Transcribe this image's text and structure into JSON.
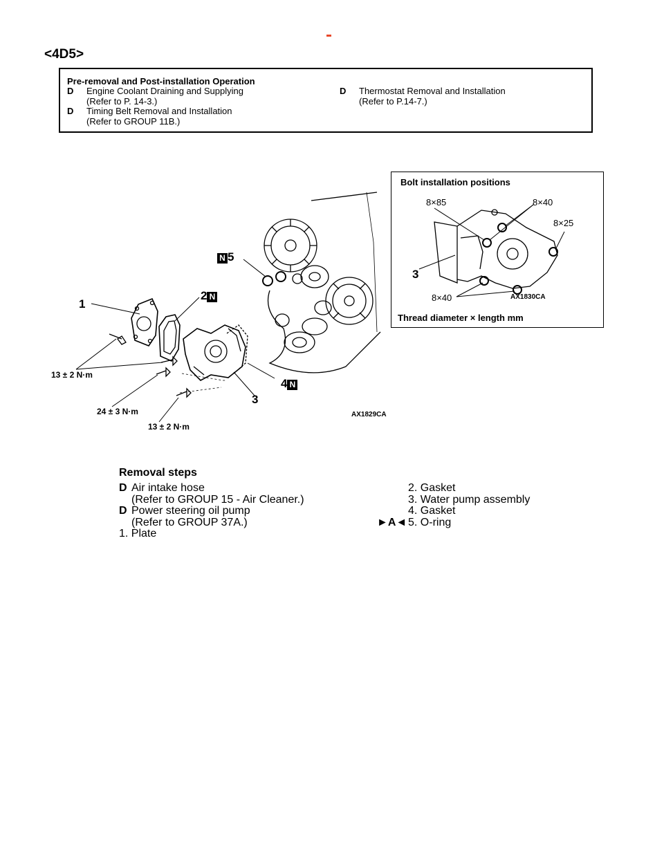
{
  "header": {
    "engine_tag": "<4D5>"
  },
  "operation_box": {
    "title": "Pre-removal and Post-installation Operation",
    "left_items": [
      {
        "text": "Engine Coolant Draining and Supplying",
        "sub": "(Refer to P. 14-3.)"
      },
      {
        "text": "Timing Belt Removal and Installation",
        "sub": "(Refer to GROUP 11B.)"
      }
    ],
    "right_items": [
      {
        "text": "Thermostat Removal and Installation",
        "sub": "(Refer to P.14-7.)"
      }
    ],
    "bullet_glyph": "D"
  },
  "main_figure": {
    "callouts": {
      "c1": "1",
      "c2": "2",
      "c3": "3",
      "c4": "4",
      "c5": "5"
    },
    "new_part_mark": "N",
    "torques": {
      "t1": "13 ± 2 N·m",
      "t2": "24 ± 3 N·m",
      "t3": "13 ± 2 N·m"
    },
    "figure_id": "AX1829CA"
  },
  "bolt_figure": {
    "title": "Bolt installation positions",
    "sizes": {
      "s1": "8×85",
      "s2": "8×40",
      "s3": "8×25",
      "s4": "8×40"
    },
    "callout": "3",
    "figure_id": "AX1830CA",
    "caption": "Thread diameter × length mm"
  },
  "removal_steps": {
    "heading": "Removal steps",
    "bullet_glyph": "D",
    "left_items": [
      {
        "text": "Air intake hose",
        "sub": "(Refer to GROUP 15 - Air Cleaner.)"
      },
      {
        "text": "Power steering oil pump",
        "sub": "(Refer to GROUP 37A.)"
      }
    ],
    "plain_item": "1. Plate",
    "right_items": [
      "2. Gasket",
      "3. Water pump assembly",
      "4. Gasket",
      "5. O-ring"
    ],
    "marker": "►A◄"
  }
}
